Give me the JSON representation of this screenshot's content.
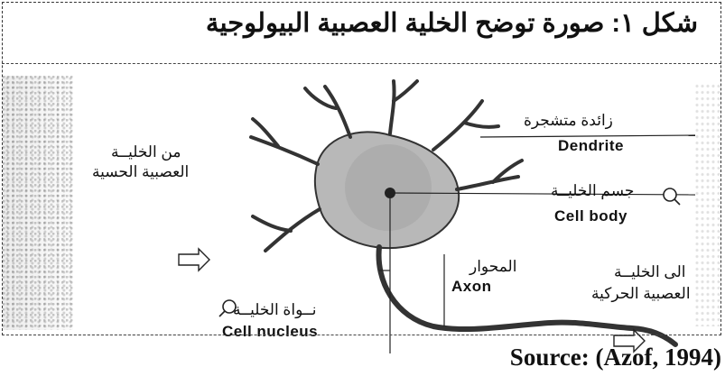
{
  "title": "شكل ١: صورة توضح الخلية العصبية البيولوجية",
  "labels": {
    "from_sensory_line1": "من الخليــة",
    "from_sensory_line2": "العصبية الحسية",
    "dendrite_ar": "زائدة متشجرة",
    "dendrite_en": "Dendrite",
    "cell_body_ar": "جسم الخليــة",
    "cell_body_en": "Cell body",
    "axon_ar": "المحوار",
    "axon_en": "Axon",
    "to_motor_line1": "الى الخليــة",
    "to_motor_line2": "العصبية الحركية",
    "nucleus_ar": "نــواة الخليــة",
    "nucleus_en": "Cell nucleus"
  },
  "source": "Source: (Azof, 1994)",
  "icons": [
    "magnifier-icon",
    "right-arrow-icon"
  ]
}
